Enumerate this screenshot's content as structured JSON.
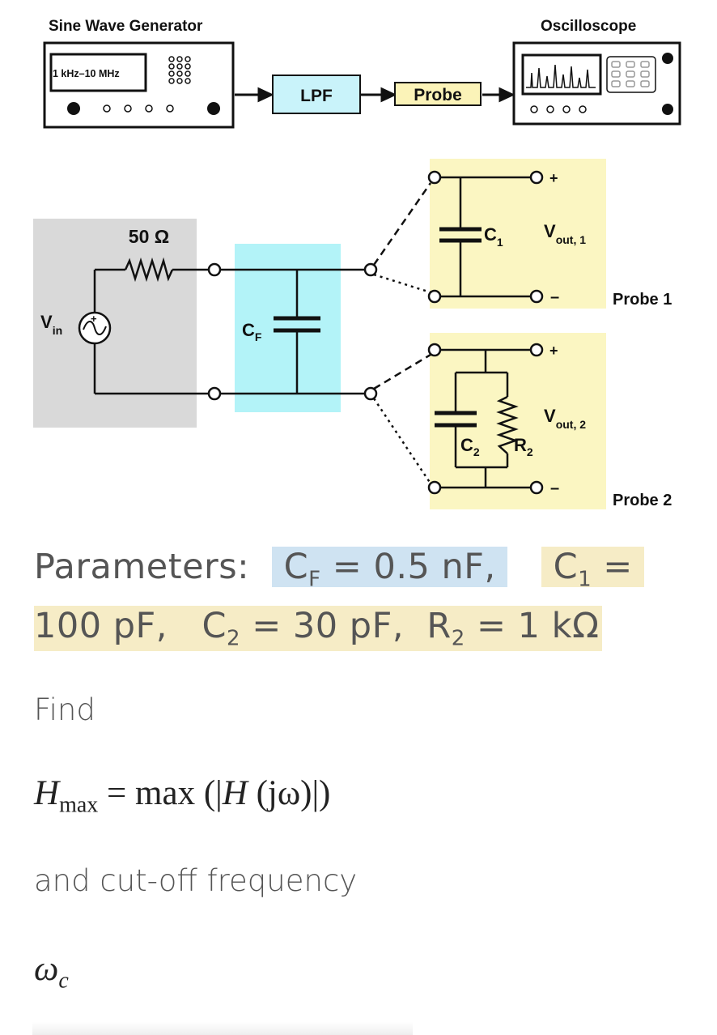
{
  "diagram": {
    "generator_label": "Sine Wave Generator",
    "generator_display": "1 kHz–10 MHz",
    "lpf_label": "LPF",
    "probe_label": "Probe",
    "scope_label": "Oscilloscope",
    "res_50_label": "50 Ω",
    "vin_label": "V",
    "vin_sub": "in",
    "cf_label": "C",
    "cf_sub": "F",
    "c1_label": "C",
    "c1_sub": "1",
    "vout1_label": "V",
    "vout1_sub": "out, 1",
    "probe1_label": "Probe 1",
    "c2_label": "C",
    "c2_sub": "2",
    "r2_label": "R",
    "r2_sub": "2",
    "vout2_label": "V",
    "vout2_sub": "out, 2",
    "probe2_label": "Probe 2",
    "plus": "+",
    "minus": "–",
    "colors": {
      "gray_box": "#d9d9d9",
      "cyan_box": "#b3f3f8",
      "yellow_box": "#fbf6c2",
      "lpf_fill": "#c9f3fa",
      "probe_fill": "#fbf3b8"
    }
  },
  "params": {
    "label": "Parameters:",
    "cf_text": "C",
    "cf_sub": "F",
    "cf_value": " = 0.5 nF,",
    "c1_text": "C",
    "c1_sub": "1",
    "c1_eq": " =",
    "c1_value": "100 pF,",
    "c2_text": "C",
    "c2_sub": "2",
    "c2_value": " = 30 pF,",
    "r2_text": "R",
    "r2_sub": "2",
    "r2_value": " = 1 kΩ"
  },
  "find_label": "Find",
  "equation": {
    "lhs": "H",
    "lhs_sub": "max",
    "rhs": " = max (|",
    "rhs_h": "H",
    "rhs_tail": " (jω)|)"
  },
  "cutoff_label": "and cut-off frequency",
  "omega": {
    "symbol": "ω",
    "sub": "c"
  }
}
